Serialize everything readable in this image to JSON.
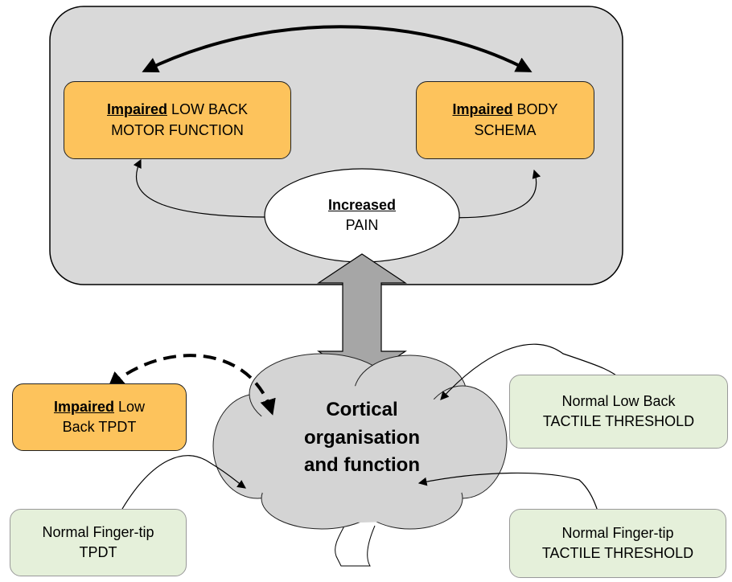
{
  "nodes": {
    "motor": {
      "emph": "Impaired",
      "line1": " LOW BACK",
      "line2": "MOTOR FUNCTION"
    },
    "schema": {
      "emph": "Impaired",
      "line1": " BODY",
      "line2": "SCHEMA"
    },
    "pain": {
      "emph": "Increased",
      "line2": "PAIN"
    },
    "low_back_tpdt": {
      "emph": "Impaired",
      "line1": " Low",
      "line2": "Back TPDT"
    },
    "low_back_tactile": {
      "line1": "Normal Low Back",
      "line2": "TACTILE THRESHOLD"
    },
    "finger_tpdt": {
      "line1": "Normal Finger-tip",
      "line2": "TPDT"
    },
    "finger_tactile": {
      "line1": "Normal Finger-tip",
      "line2": "TACTILE THRESHOLD"
    }
  },
  "cloud": {
    "line1": "Cortical",
    "line2": "organisation",
    "line3": "and function"
  },
  "colors": {
    "impaired_fill": "#fdc35c",
    "normal_fill": "#e5f0da",
    "panel_fill": "#d9d9d9",
    "cloud_fill": "#d4d4d4",
    "big_arrow": "#a6a6a6"
  }
}
